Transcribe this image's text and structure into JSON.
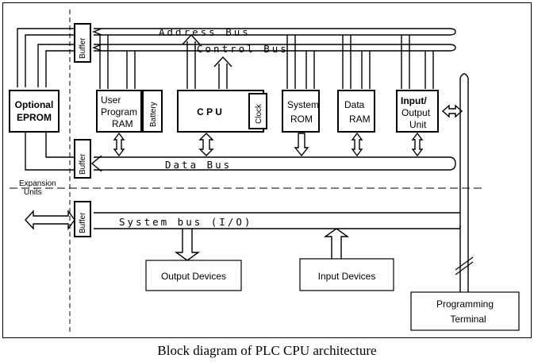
{
  "diagram": {
    "caption": "Block diagram of PLC CPU architecture",
    "buses": {
      "address": "Address Bus",
      "control": "Control Bus",
      "data": "Data Bus",
      "system": "System bus (I/O)"
    },
    "blocks": {
      "optional_eprom": [
        "Optional",
        "EPROM"
      ],
      "user_program_ram": [
        "User",
        "Program",
        "RAM"
      ],
      "battery": "Battery",
      "cpu": "C P U",
      "clock": "Clock",
      "system_rom": [
        "System",
        "ROM"
      ],
      "data_ram": [
        "Data",
        "RAM"
      ],
      "io_unit": [
        "Input/",
        "Output",
        "Unit"
      ],
      "buffer": "Buffer",
      "output_devices": "Output Devices",
      "input_devices": "Input Devices",
      "programming_terminal": [
        "Programming",
        "Terminal"
      ],
      "expansion_units": [
        "Expansion",
        "Units"
      ]
    }
  }
}
